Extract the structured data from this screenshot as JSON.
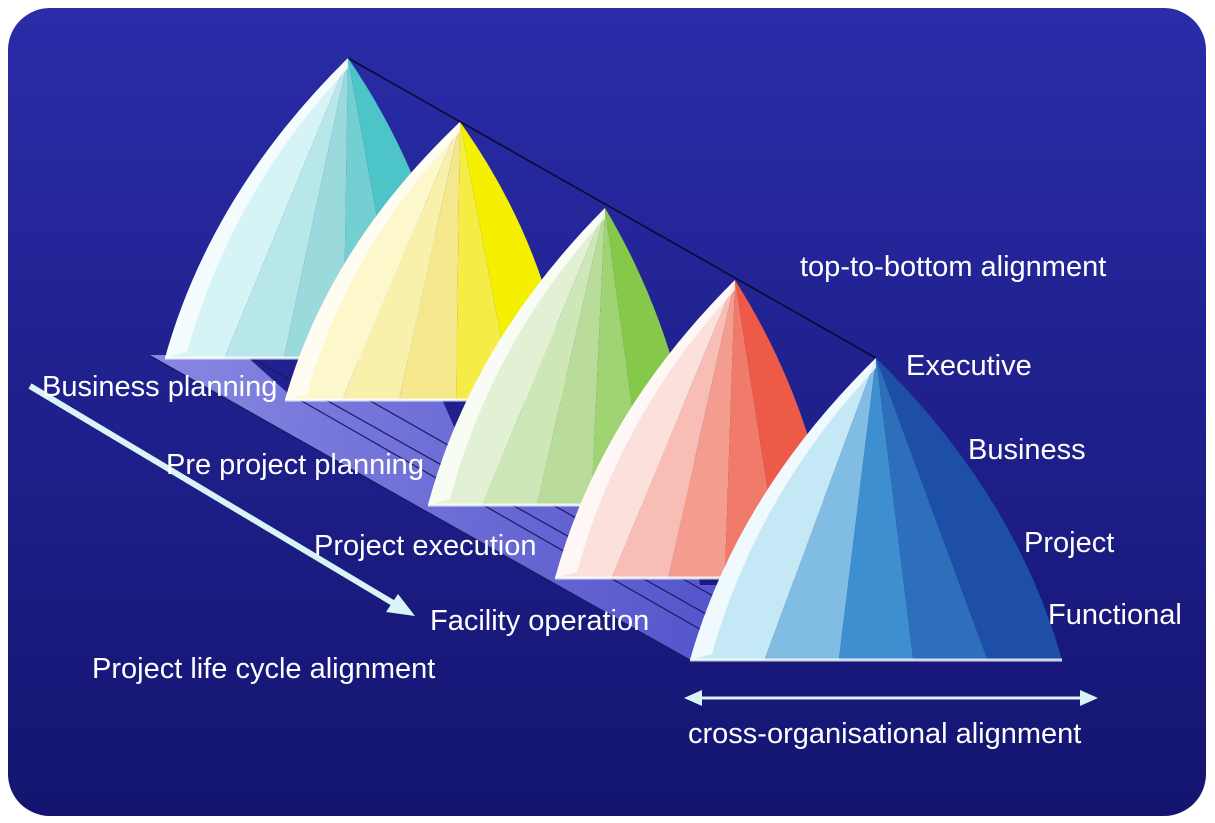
{
  "colors": {
    "background_top": "#2a2ca8",
    "background_bottom": "#141470",
    "text": "#ffffff",
    "arrow": "#d8f4f6",
    "floor": "#7c7ce6"
  },
  "pyramids": [
    {
      "name": "business-planning-pyramid",
      "base": "#d6f4f6",
      "dark": "#4cc4c8",
      "accent": "#9ad9dc"
    },
    {
      "name": "pre-project-planning-pyramid",
      "base": "#fdf8cc",
      "dark": "#f5f000",
      "accent": "#f5e88c"
    },
    {
      "name": "project-execution-pyramid",
      "base": "#e2f1d4",
      "dark": "#86c94a",
      "accent": "#b9dc9a"
    },
    {
      "name": "facility-operation-pyramid",
      "base": "#fbe0dc",
      "dark": "#ee5a48",
      "accent": "#f49c8e"
    },
    {
      "name": "functional-pyramid",
      "base": "#c4e8f6",
      "dark": "#1d4fa6",
      "accent": "#3d8fd0"
    }
  ],
  "stages": {
    "business_planning": "Business planning",
    "pre_project_planning": "Pre project planning",
    "project_execution": "Project execution",
    "facility_operation": "Facility operation"
  },
  "levels": {
    "executive": "Executive",
    "business": "Business",
    "project": "Project",
    "functional": "Functional"
  },
  "axes": {
    "top_to_bottom": "top-to-bottom alignment",
    "life_cycle": "Project life cycle alignment",
    "cross_org": "cross-organisational alignment"
  }
}
